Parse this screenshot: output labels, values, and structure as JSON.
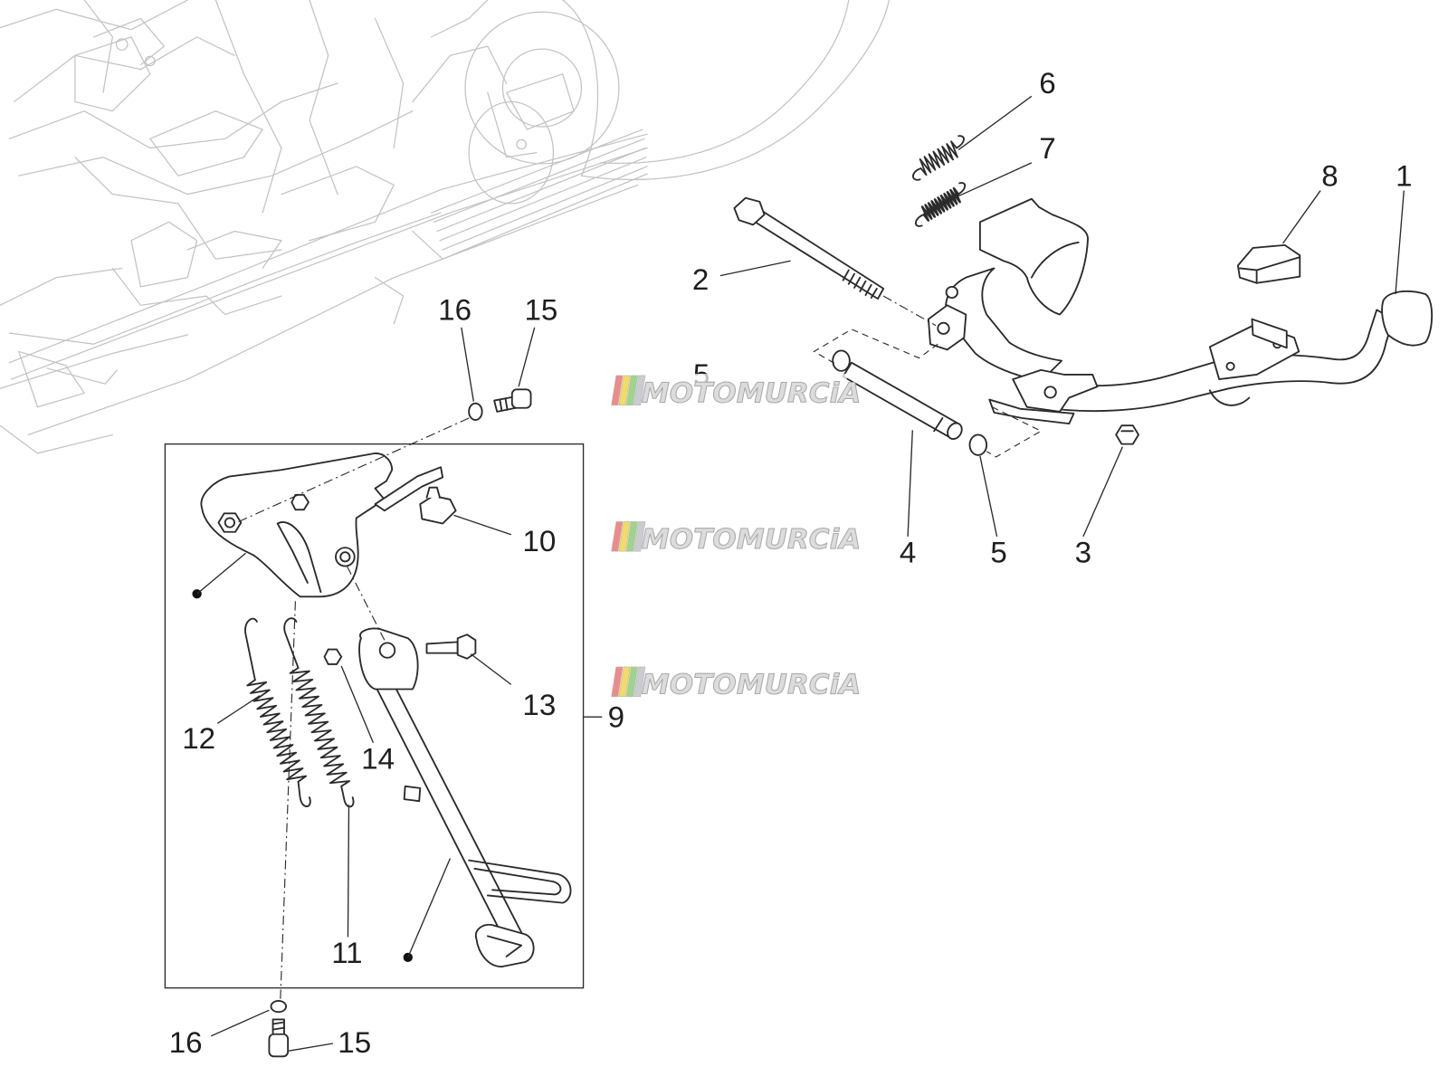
{
  "diagram": {
    "callouts": [
      "6",
      "7",
      "8",
      "1",
      "2",
      "16",
      "15",
      "5",
      "10",
      "4",
      "5",
      "3",
      "13",
      "9",
      "12",
      "14",
      "11",
      "16",
      "15"
    ]
  },
  "watermark": {
    "text": "MOTOMURCiA",
    "stripe_colors": [
      "#f08a8a",
      "#f2dc63",
      "#9fd58a",
      "#c9ccd2"
    ]
  },
  "colors": {
    "line": "#2b2b2b",
    "background_line": "#c2c2c2",
    "watermark_fill": "#dcdcdc",
    "watermark_outline": "#a9a9a9",
    "page": "#ffffff"
  }
}
